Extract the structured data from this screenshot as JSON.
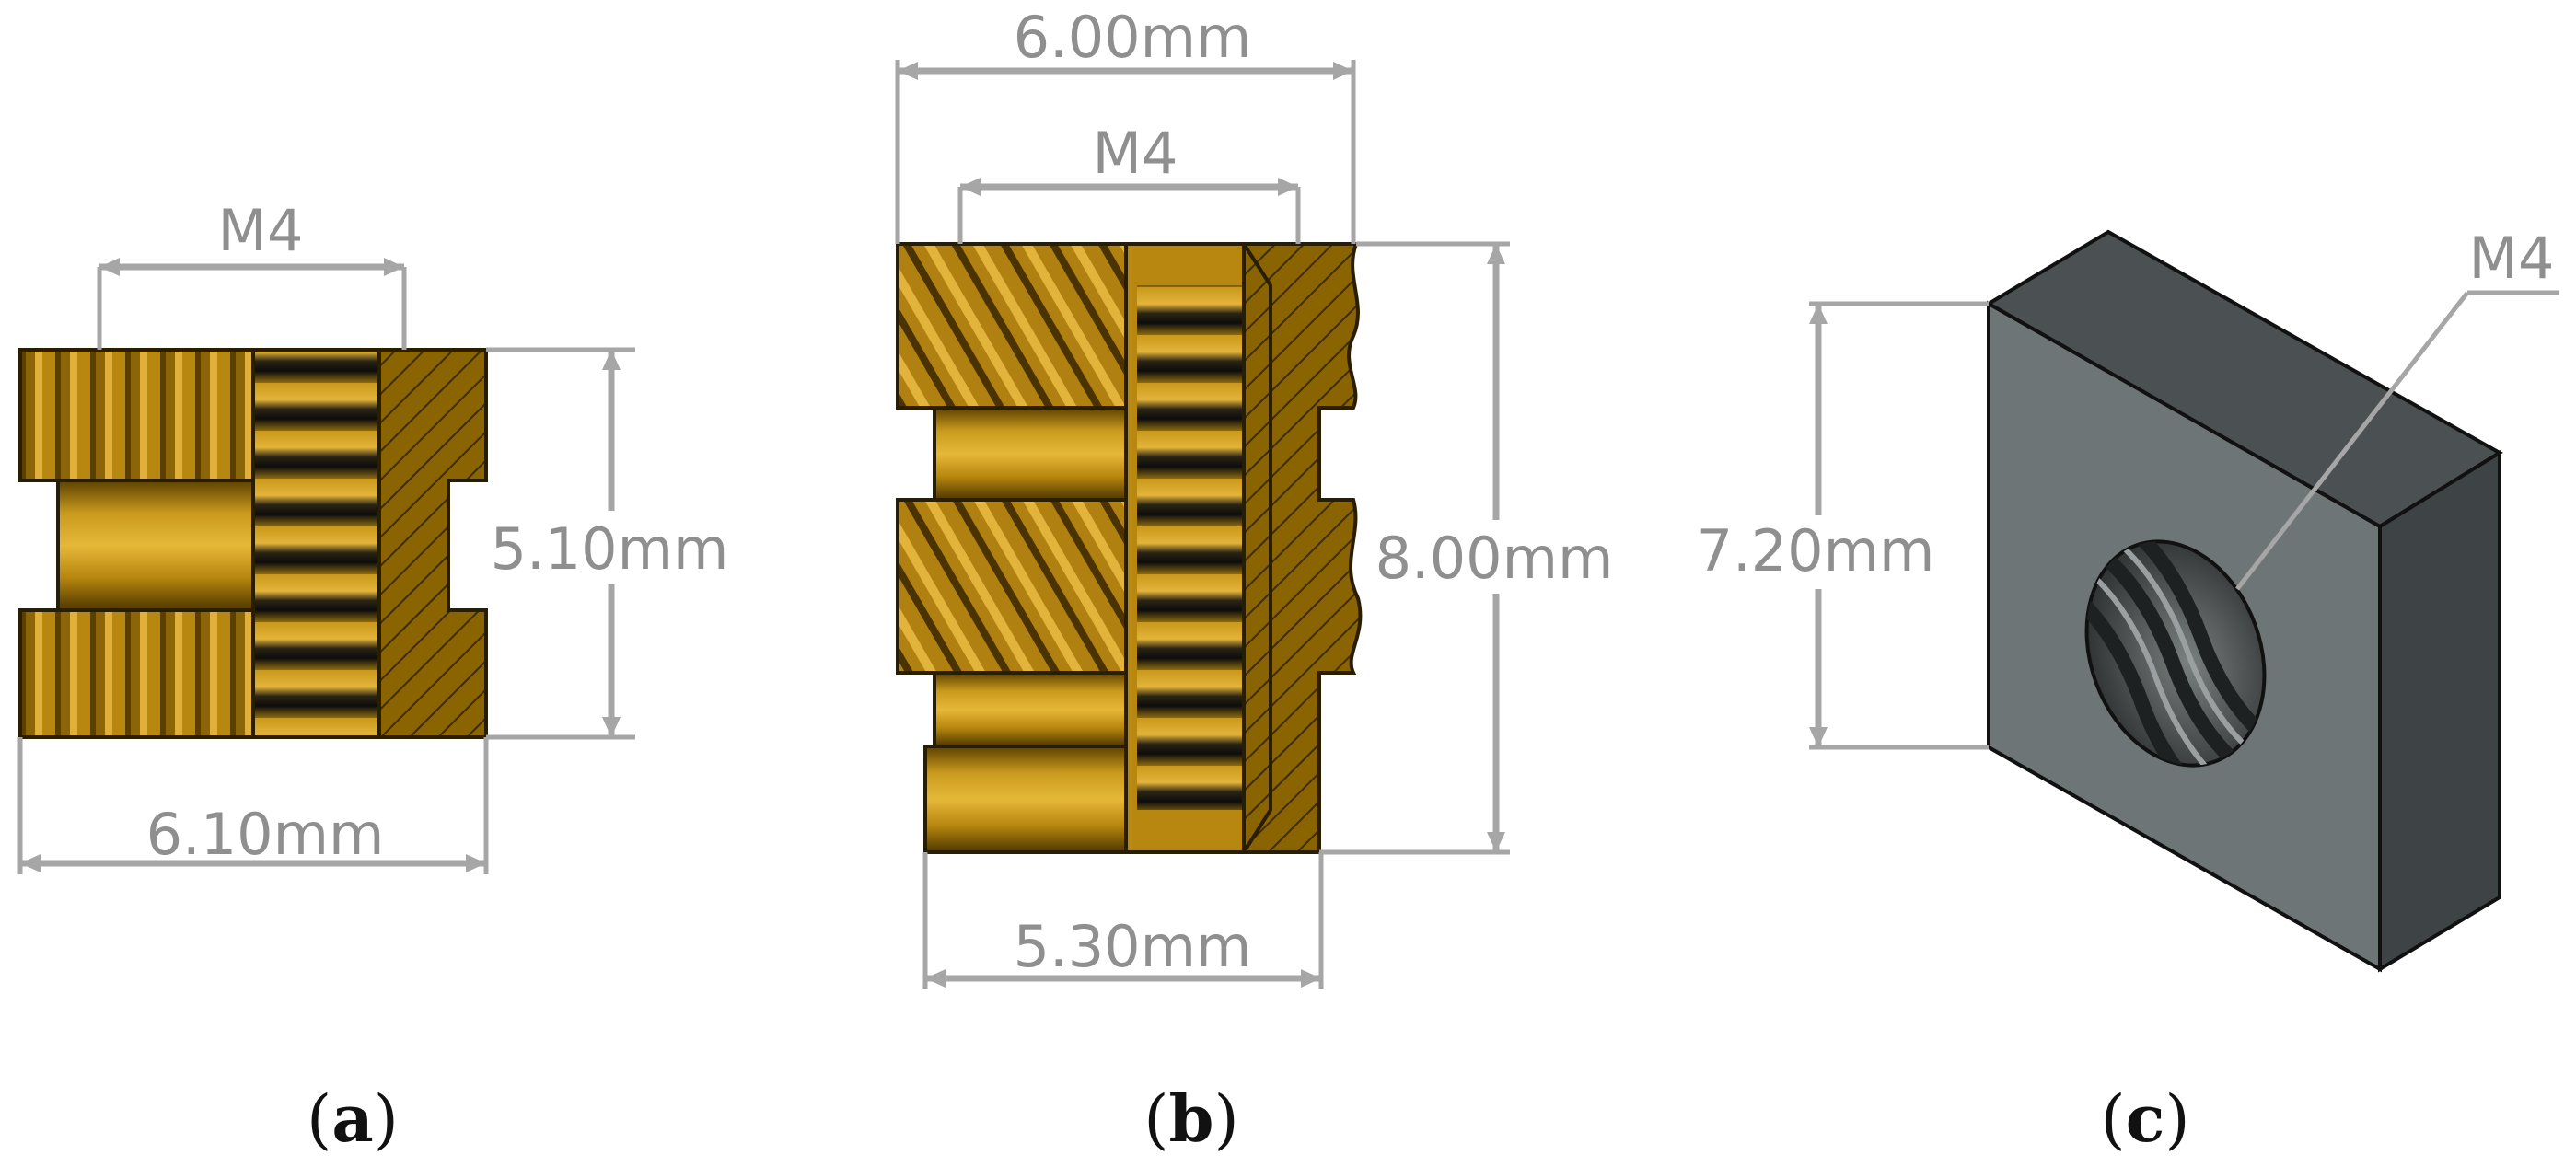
{
  "figure": {
    "panels": [
      {
        "id": "a",
        "caption_letter": "a",
        "dimensions": {
          "thread": "M4",
          "height": "5.10mm",
          "width": "6.10mm"
        }
      },
      {
        "id": "b",
        "caption_letter": "b",
        "dimensions": {
          "outer_width": "6.00mm",
          "thread": "M4",
          "height": "8.00mm",
          "bottom_width": "5.30mm"
        }
      },
      {
        "id": "c",
        "caption_letter": "c",
        "dimensions": {
          "thread": "M4",
          "height": "7.20mm"
        }
      }
    ]
  },
  "colors": {
    "brass": "#b8860b",
    "brass_dark": "#6b4c00",
    "brass_light": "#e0b030",
    "thread_dark": "#1c1c1c",
    "nut_face": "#6e7576",
    "nut_top": "#4b5052",
    "nut_side": "#3e4345",
    "dimension_gray": "#a6a6a6"
  }
}
